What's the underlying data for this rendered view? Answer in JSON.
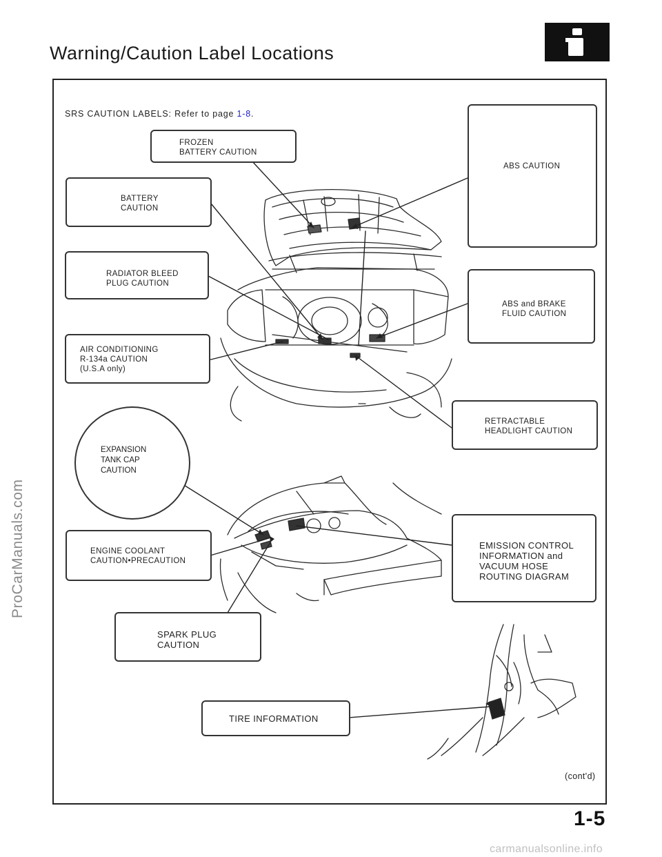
{
  "page": {
    "title": "Warning/Caution Label Locations",
    "srs_note_prefix": "SRS CAUTION LABELS: Refer to page ",
    "srs_note_link": "1-8",
    "srs_note_suffix": ".",
    "contd": "(cont'd)",
    "page_number": "1-5"
  },
  "labels": {
    "frozen_battery": "FROZEN\nBATTERY  CAUTION",
    "battery": "BATTERY\nCAUTION",
    "radiator_bleed": "RADIATOR BLEED\nPLUG CAUTION",
    "air_conditioning": "AIR  CONDITIONING\nR-134a  CAUTION\n(U.S.A only)",
    "expansion_tank": "EXPANSION\nTANK CAP\nCAUTION",
    "engine_coolant": "ENGINE COOLANT\nCAUTION•PRECAUTION",
    "spark_plug": "SPARK  PLUG\nCAUTION",
    "tire_information": "TIRE  INFORMATION",
    "abs_caution": "ABS CAUTION",
    "abs_brake_fluid": "ABS  and  BRAKE\nFLUID  CAUTION",
    "retractable_headlight": "RETRACTABLE\nHEADLIGHT CAUTION",
    "emission_control": "EMISSION CONTROL\nINFORMATION and\nVACUUM  HOSE\nROUTING  DIAGRAM"
  },
  "watermarks": {
    "side": "ProCarManuals.com",
    "bottom": "carmanualsonline.info"
  },
  "icons": {
    "badge": "info-icon"
  }
}
